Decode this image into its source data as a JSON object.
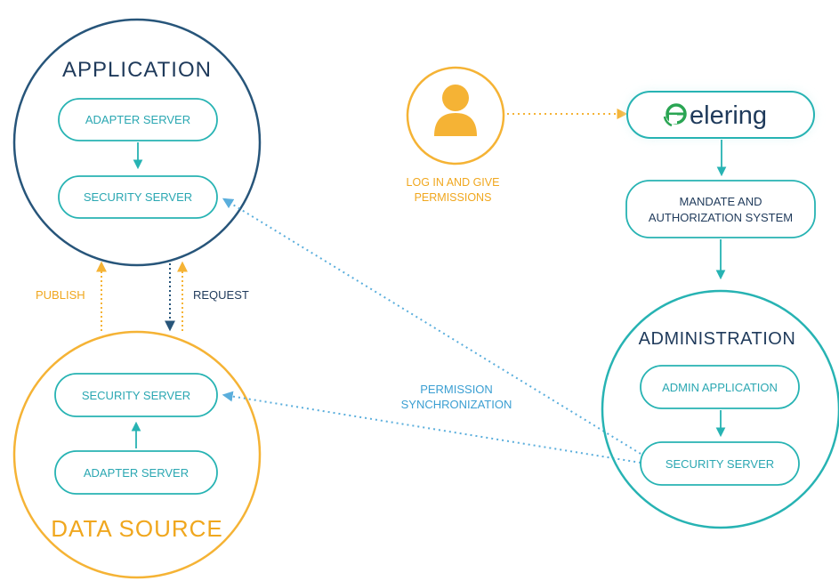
{
  "colors": {
    "teal": "#27b3b3",
    "teal_text": "#2aa7b2",
    "blue_text": "#3b9fd2",
    "dark_blue": "#27557a",
    "orange": "#f5b335",
    "orange_text": "#f0a71e",
    "green_logo": "#2aa553",
    "dark_text": "#1f3a5b"
  },
  "application": {
    "title": "APPLICATION",
    "adapter_server": "ADAPTER SERVER",
    "security_server": "SECURITY SERVER"
  },
  "data_source": {
    "title": "DATA SOURCE",
    "security_server": "SECURITY SERVER",
    "adapter_server": "ADAPTER SERVER"
  },
  "flows": {
    "publish": "PUBLISH",
    "request": "REQUEST",
    "permission_line1": "PERMISSION",
    "permission_line2": "SYNCHRONIZATION"
  },
  "user": {
    "icon": "person-icon",
    "line1": "LOG IN AND GIVE",
    "line2": "PERMISSIONS"
  },
  "elering": {
    "logo_icon": "elering-e-icon",
    "name": "elering"
  },
  "mandate": {
    "line1": "MANDATE AND",
    "line2": "AUTHORIZATION SYSTEM"
  },
  "administration": {
    "title": "ADMINISTRATION",
    "admin_application": "ADMIN APPLICATION",
    "security_server": "SECURITY SERVER"
  }
}
